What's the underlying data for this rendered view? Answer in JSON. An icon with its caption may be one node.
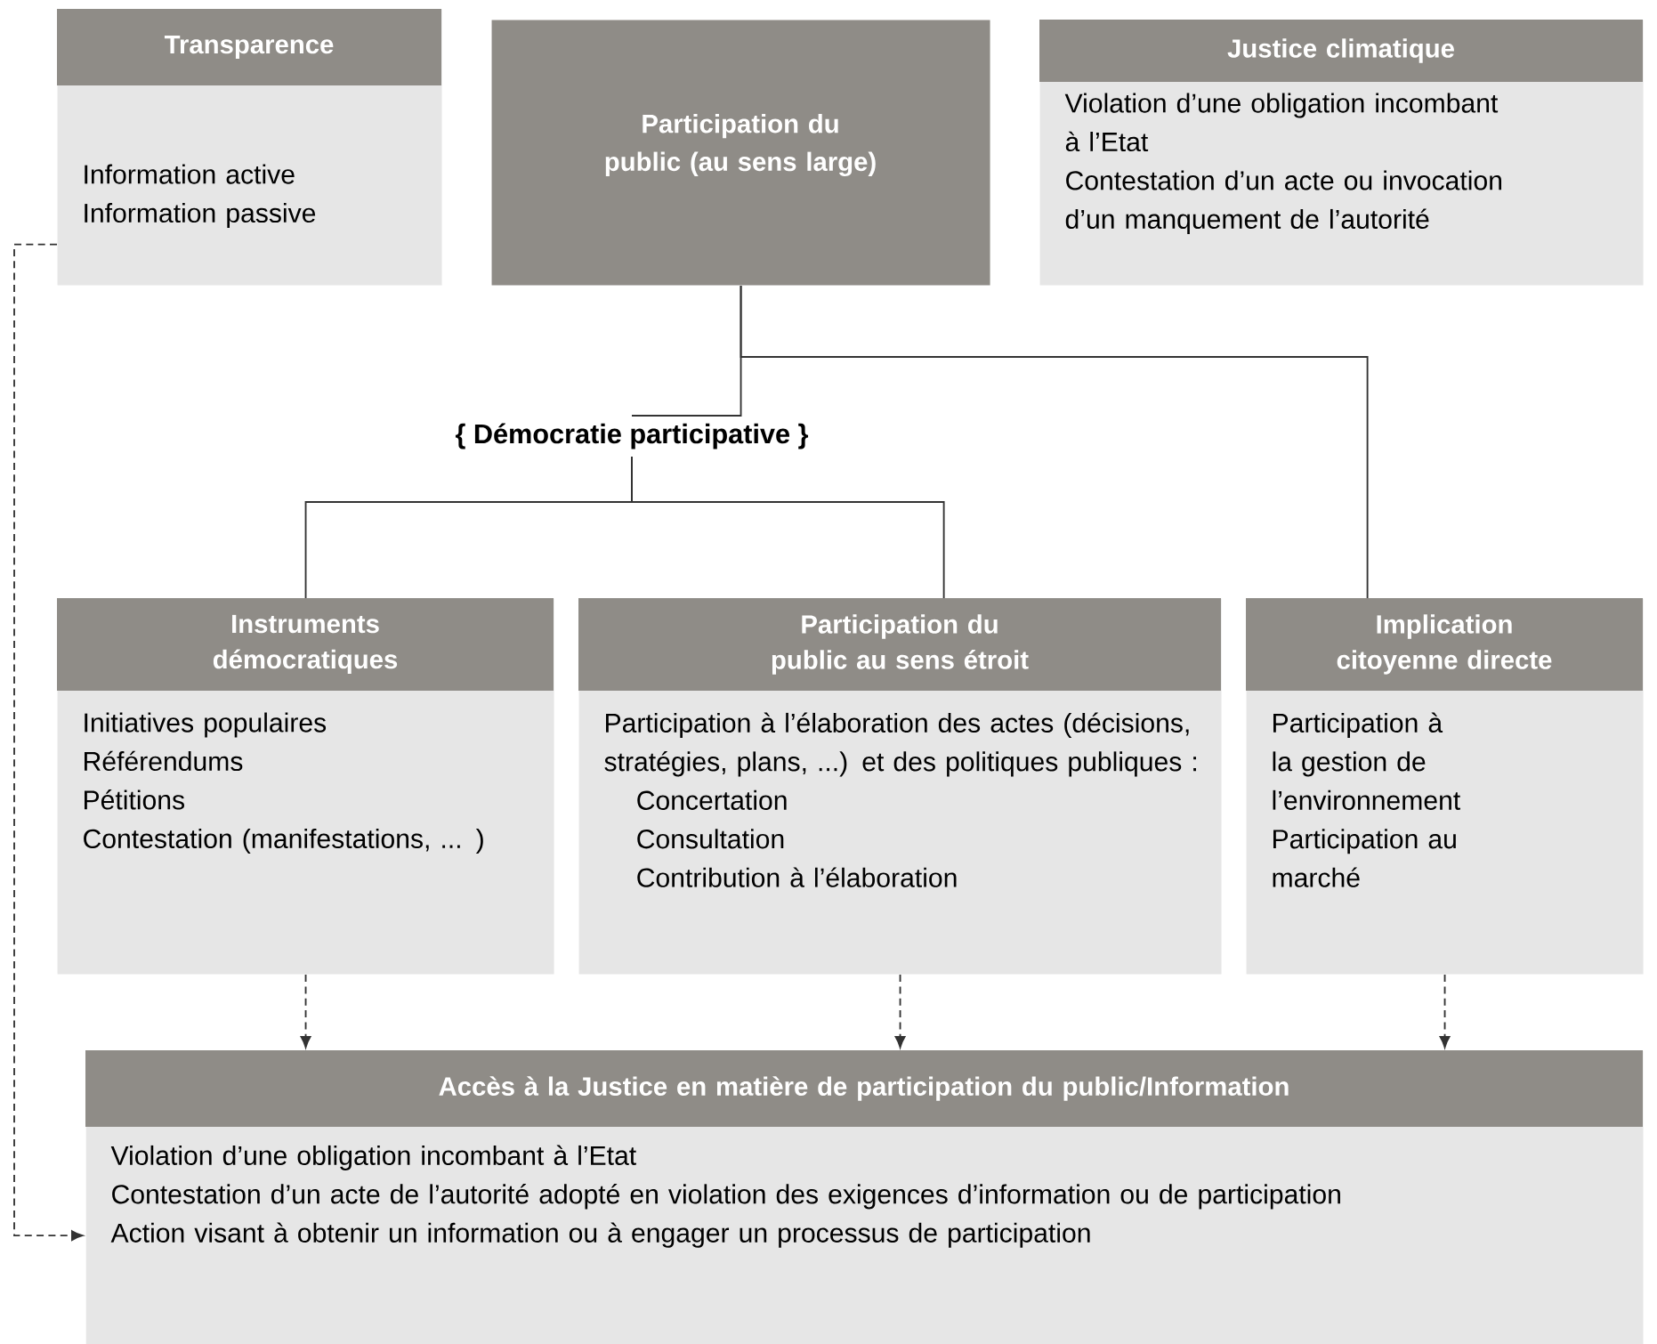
{
  "diagram": {
    "nodes": [
      {
        "text": [
          "Transparence",
          "Information active",
          "Information passive"
        ]
      },
      {
        "text": [
          "Participation du public (au sens large)"
        ]
      },
      {
        "text": [
          "Justice climatique",
          "Violation d’une obligation incombant à l’Etat",
          "Contestation d’un acte ou invocation d’un manquement de l’autorité"
        ]
      },
      {
        "text": [
          "{ Démocratie participative }"
        ]
      },
      {
        "text": [
          "Instruments démocratiques",
          "Initiatives populaires",
          "Référendums",
          "Pétitions",
          "Contestation (manifestations, ... )"
        ]
      },
      {
        "text": [
          "Participation du public au sens étroit",
          "Participation à l’élaboration des actes (décisions, stratégies, plans, ...) et des politiques publiques :",
          "Concertation",
          "Consultation",
          "Contribution à l’élaboration"
        ]
      },
      {
        "text": [
          "Implication citoyenne directe",
          "Participation à la gestion de l’environnement",
          "Participation au marché"
        ]
      },
      {
        "text": [
          "Accès à la Justice en matière de participation du public/Information",
          "Violation d’une obligation incombant à l’Etat",
          "Contestation d’un acte de l’autorité adopté en violation des exigences d’information ou de participation",
          "Action visant à obtenir un information ou à engager un processus de participation"
        ]
      }
    ],
    "edges": [
      {
        "from": 1,
        "to": 3,
        "arrow": "none"
      },
      {
        "from": 1,
        "to": 6,
        "arrow": "none"
      },
      {
        "from": 3,
        "to": 4,
        "arrow": "none"
      },
      {
        "from": 3,
        "to": 5,
        "arrow": "none"
      },
      {
        "from": 4,
        "to": 7,
        "arrow": "to",
        "style": "dashed"
      },
      {
        "from": 5,
        "to": 7,
        "arrow": "to",
        "style": "dashed"
      },
      {
        "from": 6,
        "to": 7,
        "arrow": "to",
        "style": "dashed"
      },
      {
        "from": 0,
        "to": 7,
        "arrow": "to",
        "style": "dashed"
      }
    ]
  }
}
